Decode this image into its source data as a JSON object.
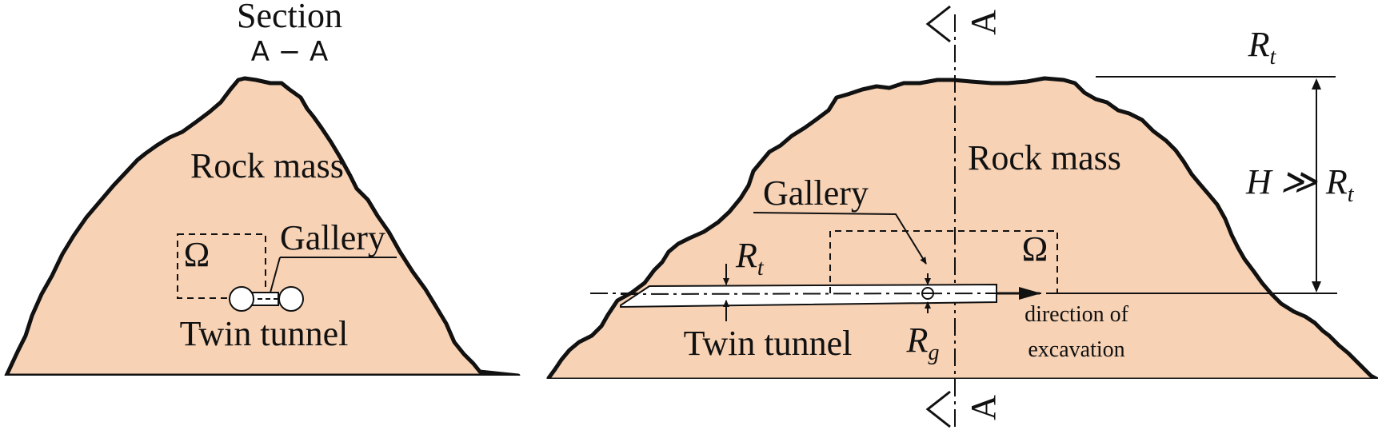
{
  "left_panel": {
    "section_title": "Section",
    "section_subtitle": "A − A",
    "rock_label": "Rock mass",
    "gallery_label": "Gallery",
    "omega_label": "Ω",
    "tunnel_label": "Twin tunnel"
  },
  "right_panel": {
    "section_mark_top": "A",
    "section_mark_bottom": "A",
    "rock_label": "Rock mass",
    "gallery_label": "Gallery",
    "omega_label": "Ω",
    "rt_small_label": "R",
    "rt_small_sub": "t",
    "tunnel_label": "Twin tunnel",
    "rg_label": "R",
    "rg_sub": "g",
    "direction_line1": "direction of",
    "direction_line2": "excavation",
    "rt_top_label": "R",
    "rt_top_sub": "t",
    "h_label_main": "H ≫ R",
    "h_label_sub": "t"
  },
  "colors": {
    "rock_fill": "#f7d2b5",
    "outline": "#111111"
  }
}
